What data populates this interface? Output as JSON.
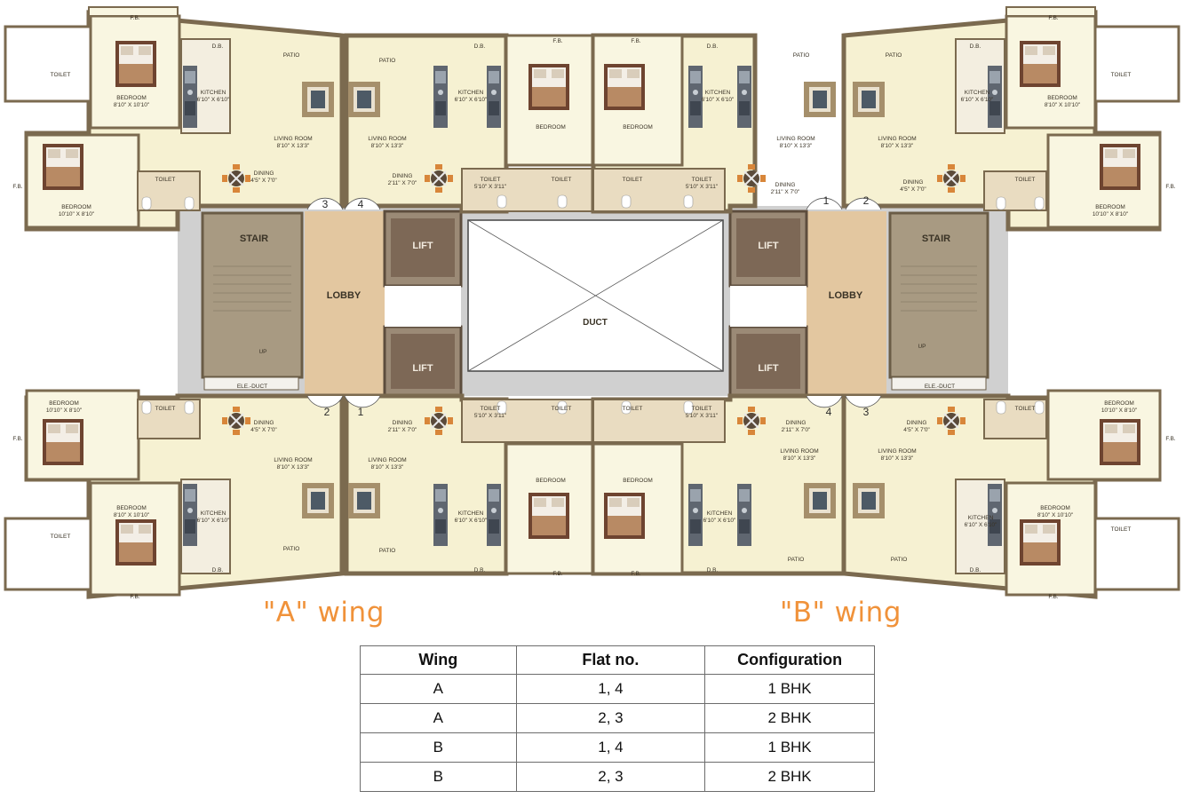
{
  "plan": {
    "rooms": {
      "fb": "F.B.",
      "db": "D.B.",
      "patio": "PATIO",
      "toilet": "TOILET",
      "kitchen": "KITCHEN",
      "bedroom": "BEDROOM",
      "living_room": "LIVING ROOM",
      "dining": "DINING",
      "stair": "STAIR",
      "lobby": "LOBBY",
      "lift": "LIFT",
      "duct": "DUCT",
      "elec_duct": "ELE.-DUCT",
      "up": "UP"
    },
    "dims": {
      "bedroom_main": "8'10\" X 10'10\"",
      "bedroom_second": "10'10\" X 8'10\"",
      "living": "8'10\" X 13'3\"",
      "dining_a": "4'5\" X 7'0\"",
      "dining_b": "2'11\" X 7'0\"",
      "kitchen": "6'10\" X 6'10\"",
      "toilet": "5'10\" X 3'11\""
    },
    "flat_numbers": {
      "a_top": [
        "3",
        "4"
      ],
      "a_bottom": [
        "2",
        "1"
      ],
      "b_top": [
        "1",
        "2"
      ],
      "b_bottom": [
        "4",
        "3"
      ]
    },
    "colors": {
      "floor": "#f6f1d2",
      "wall": "#7b6a4f",
      "lobby": "#e3c7a0",
      "shaft": "#c8c8c8",
      "stair": "#ab9d85",
      "lift": "#7e6a57",
      "wing_label": "#f0923a"
    }
  },
  "wings": {
    "a_label": "\"A\" wing",
    "b_label": "\"B\" wing"
  },
  "table": {
    "headers": [
      "Wing",
      "Flat no.",
      "Configuration"
    ],
    "rows": [
      [
        "A",
        "1, 4",
        "1 BHK"
      ],
      [
        "A",
        "2, 3",
        "2 BHK"
      ],
      [
        "B",
        "1, 4",
        "1 BHK"
      ],
      [
        "B",
        "2, 3",
        "2 BHK"
      ]
    ]
  }
}
